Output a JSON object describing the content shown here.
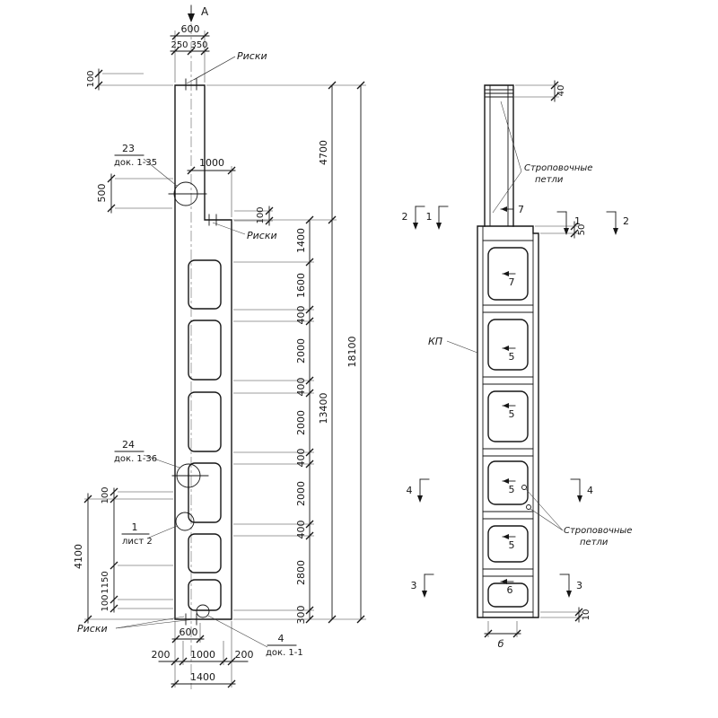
{
  "drawing": {
    "left": {
      "section_a": "А",
      "top": {
        "d600": "600",
        "d250": "250",
        "d350": "350",
        "d100": "100",
        "riski": "Риски"
      },
      "callout23": {
        "num": "23",
        "doc": "док. 1-35"
      },
      "d500": "500",
      "d1000_step": "1000",
      "step": {
        "d100": "100",
        "riski": "Риски"
      },
      "chain": [
        "1400",
        "1600",
        "400",
        "2000",
        "400",
        "2000",
        "400",
        "2000",
        "400",
        "2800",
        "300"
      ],
      "d4700": "4700",
      "d13400": "13400",
      "d18100": "18100",
      "callout24": {
        "num": "24",
        "doc": "док. 1-36"
      },
      "callout1": {
        "num": "1",
        "doc": "лист 2"
      },
      "left_chain": {
        "d100a": "100",
        "d4100": "4100",
        "d1150": "1150",
        "d100b": "100"
      },
      "riski_bottom": "Риски",
      "bottom": {
        "d600": "600",
        "d200a": "200",
        "d1000": "1000",
        "d200b": "200",
        "d1400": "1400"
      },
      "callout4": {
        "num": "4",
        "doc": "док. 1-1"
      }
    },
    "right": {
      "d40": "40",
      "d50": "50",
      "d10": "10",
      "pos7_top": "7",
      "kp": "КП",
      "loops_top": {
        "line1": "Строповочные",
        "line2": "петли"
      },
      "loops_mid": {
        "line1": "Строповочные",
        "line2": "петли"
      },
      "cells": [
        "7",
        "5",
        "5",
        "5",
        "5",
        "6"
      ],
      "sections": {
        "s2l": "2",
        "s1l": "1",
        "s1r": "1",
        "s2r": "2",
        "s4l": "4",
        "s4r": "4",
        "s3l": "3",
        "s3r": "3"
      },
      "b": "б"
    }
  }
}
